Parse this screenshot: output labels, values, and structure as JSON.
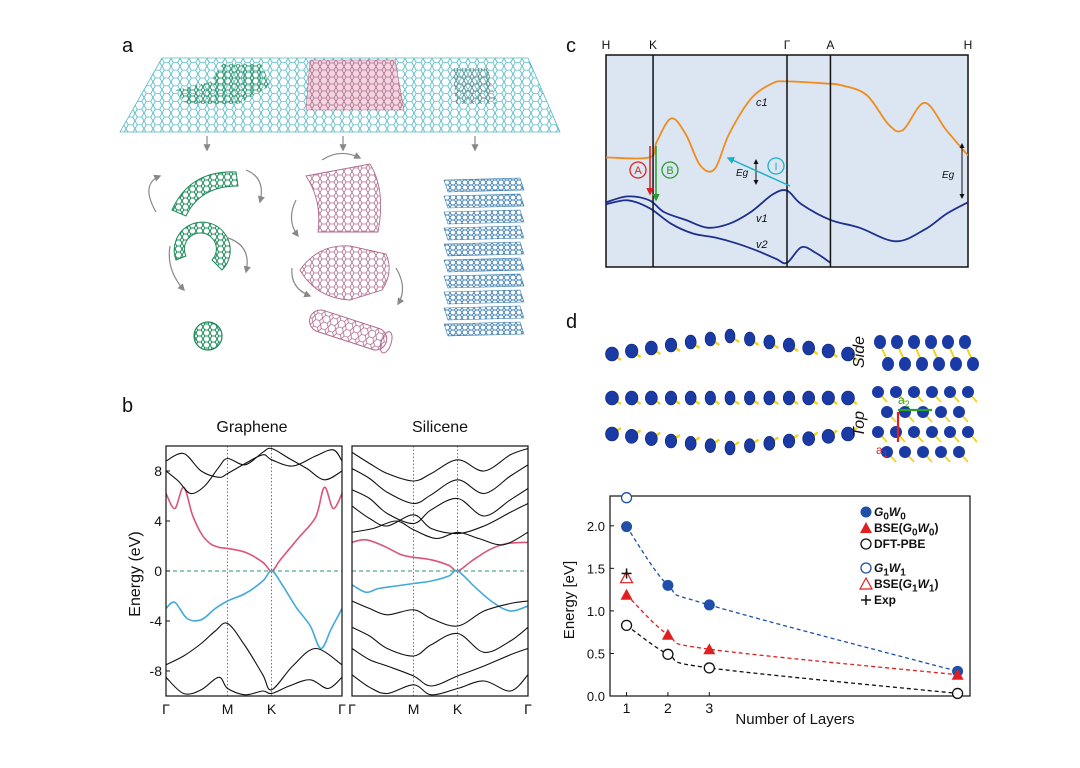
{
  "panels": {
    "a": {
      "letter": "a"
    },
    "b": {
      "letter": "b"
    },
    "c": {
      "letter": "c"
    },
    "d": {
      "letter": "d"
    }
  },
  "colors": {
    "graphene_cyan": "#52b9c4",
    "fullerene_green": "#1d8a5a",
    "nanotube_pink": "#b06a8e",
    "stack_blue": "#3d7fb0",
    "band_pink": "#d9557a",
    "band_blue": "#42a9dc",
    "fermi_green": "#2a9a66",
    "c_orange": "#f08c1e",
    "c_navy": "#1f2f8c",
    "c_panel_bg": "#dbe6f2",
    "d_blue": "#1f4fa8",
    "d_red": "#e02020",
    "atom_blue": "#1a3aa6",
    "bond_yellow": "#f2d21a"
  },
  "chart_data": [
    {
      "id": "b-graphene",
      "type": "line",
      "title": "Graphene",
      "ylabel": "Energy (eV)",
      "ylim": [
        -10,
        10
      ],
      "yticks": [
        8,
        4,
        0,
        -4,
        -8
      ],
      "x_labels": [
        "Γ",
        "M",
        "K",
        "Γ"
      ],
      "x_positions": [
        0,
        0.35,
        0.6,
        1
      ],
      "fermi_level": 0,
      "series": [
        {
          "role": "conduction",
          "color": "#d9557a",
          "x": [
            0,
            0.05,
            0.1,
            0.15,
            0.2,
            0.25,
            0.3,
            0.35,
            0.45,
            0.55,
            0.6,
            0.65,
            0.75,
            0.85,
            0.9,
            0.95,
            1
          ],
          "y": [
            6.2,
            5.0,
            6.7,
            4.5,
            3.0,
            2.2,
            1.9,
            1.8,
            1.5,
            0.7,
            0,
            0.9,
            2.6,
            4.3,
            6.7,
            5.0,
            6.2
          ]
        },
        {
          "role": "valence",
          "color": "#42a9dc",
          "x": [
            0,
            0.05,
            0.12,
            0.2,
            0.28,
            0.35,
            0.45,
            0.55,
            0.6,
            0.66,
            0.74,
            0.82,
            0.88,
            0.94,
            1
          ],
          "y": [
            -3.0,
            -2.5,
            -3.8,
            -3.9,
            -3.0,
            -2.4,
            -1.8,
            -0.8,
            0,
            -1.1,
            -2.9,
            -4.4,
            -6.2,
            -4.6,
            -3.0
          ]
        },
        {
          "role": "other",
          "x": [
            0,
            0.07,
            0.14,
            0.22,
            0.3,
            0.35,
            0.45,
            0.55,
            0.6,
            0.7,
            0.8,
            0.9,
            1
          ],
          "y": [
            8.0,
            7.2,
            6.2,
            6.8,
            8.3,
            9.0,
            8.5,
            9.5,
            9.8,
            9.0,
            8.2,
            7.3,
            8.0
          ]
        },
        {
          "role": "other",
          "x": [
            0,
            0.1,
            0.2,
            0.3,
            0.35,
            0.45,
            0.55,
            0.6,
            0.72,
            0.85,
            0.95,
            1
          ],
          "y": [
            8.8,
            9.4,
            8.0,
            7.5,
            7.8,
            8.6,
            9.3,
            8.9,
            8.4,
            9.2,
            9.7,
            8.8
          ]
        },
        {
          "role": "other",
          "x": [
            0,
            0.1,
            0.2,
            0.28,
            0.35,
            0.45,
            0.55,
            0.6,
            0.72,
            0.85,
            1
          ],
          "y": [
            -7.5,
            -6.8,
            -5.8,
            -4.8,
            -4.2,
            -6.0,
            -8.3,
            -9.5,
            -7.6,
            -6.2,
            -7.5
          ]
        },
        {
          "role": "other",
          "x": [
            0,
            0.1,
            0.2,
            0.3,
            0.35,
            0.45,
            0.55,
            0.6,
            0.7,
            0.82,
            0.92,
            1
          ],
          "y": [
            -8.5,
            -9.8,
            -9.5,
            -8.5,
            -9.4,
            -9.9,
            -9.6,
            -9.8,
            -9.2,
            -8.7,
            -9.4,
            -8.5
          ]
        }
      ]
    },
    {
      "id": "b-silicene",
      "type": "line",
      "title": "Silicene",
      "ylim": [
        -10,
        10
      ],
      "x_labels": [
        "Γ",
        "M",
        "K",
        "Γ"
      ],
      "x_positions": [
        0,
        0.35,
        0.6,
        1
      ],
      "fermi_level": 0,
      "series": [
        {
          "role": "conduction",
          "color": "#d9557a",
          "x": [
            0,
            0.08,
            0.18,
            0.28,
            0.35,
            0.45,
            0.55,
            0.6,
            0.68,
            0.78,
            0.88,
            1
          ],
          "y": [
            2.3,
            2.5,
            2.0,
            1.3,
            1.1,
            0.9,
            0.45,
            0,
            0.8,
            1.7,
            2.2,
            2.3
          ]
        },
        {
          "role": "valence",
          "color": "#42a9dc",
          "x": [
            0,
            0.08,
            0.15,
            0.25,
            0.35,
            0.45,
            0.55,
            0.6,
            0.7,
            0.8,
            0.9,
            1
          ],
          "y": [
            -1.1,
            -1.7,
            -1.4,
            -1.2,
            -1.0,
            -0.8,
            -0.4,
            0,
            -1.3,
            -2.5,
            -3.2,
            -2.8
          ]
        },
        {
          "role": "other",
          "x": [
            0,
            0.1,
            0.2,
            0.35,
            0.45,
            0.6,
            0.75,
            0.9,
            1
          ],
          "y": [
            9.5,
            8.6,
            7.8,
            7.2,
            7.8,
            8.9,
            8.0,
            9.3,
            9.8
          ]
        },
        {
          "role": "other",
          "x": [
            0,
            0.1,
            0.2,
            0.35,
            0.45,
            0.6,
            0.75,
            0.9,
            1
          ],
          "y": [
            8.2,
            7.4,
            6.3,
            5.4,
            6.1,
            7.3,
            6.2,
            7.6,
            8.5
          ]
        },
        {
          "role": "other",
          "x": [
            0,
            0.1,
            0.2,
            0.35,
            0.45,
            0.6,
            0.75,
            0.9,
            1
          ],
          "y": [
            6.5,
            5.8,
            4.6,
            3.8,
            4.9,
            5.8,
            4.4,
            5.7,
            6.6
          ]
        },
        {
          "role": "other",
          "x": [
            0,
            0.1,
            0.2,
            0.35,
            0.45,
            0.6,
            0.75,
            0.9,
            1
          ],
          "y": [
            5.2,
            4.2,
            3.6,
            4.5,
            3.4,
            3.0,
            3.6,
            4.7,
            5.4
          ]
        },
        {
          "role": "other",
          "x": [
            0,
            0.12,
            0.25,
            0.35,
            0.48,
            0.6,
            0.72,
            0.86,
            1
          ],
          "y": [
            3.1,
            3.4,
            4.0,
            3.3,
            2.6,
            3.1,
            2.6,
            2.1,
            3.1
          ]
        },
        {
          "role": "other",
          "x": [
            0,
            0.1,
            0.2,
            0.35,
            0.45,
            0.6,
            0.75,
            0.9,
            1
          ],
          "y": [
            -2.4,
            -3.0,
            -3.5,
            -3.1,
            -3.8,
            -4.4,
            -3.2,
            -2.6,
            -2.4
          ]
        },
        {
          "role": "other",
          "x": [
            0,
            0.1,
            0.2,
            0.35,
            0.45,
            0.6,
            0.75,
            0.9,
            1
          ],
          "y": [
            -4.5,
            -5.2,
            -6.2,
            -6.8,
            -5.9,
            -5.0,
            -6.5,
            -5.6,
            -4.5
          ]
        },
        {
          "role": "other",
          "x": [
            0,
            0.1,
            0.2,
            0.35,
            0.45,
            0.6,
            0.75,
            0.9,
            1
          ],
          "y": [
            -6.2,
            -7.1,
            -7.6,
            -8.4,
            -9.2,
            -8.4,
            -7.6,
            -6.7,
            -6.2
          ]
        },
        {
          "role": "other",
          "x": [
            0,
            0.1,
            0.2,
            0.35,
            0.45,
            0.6,
            0.75,
            0.9,
            1
          ],
          "y": [
            -8.3,
            -9.3,
            -9.8,
            -9.1,
            -9.9,
            -9.4,
            -8.8,
            -9.6,
            -8.3
          ]
        }
      ]
    },
    {
      "id": "c-band-structure",
      "type": "line",
      "x_labels": [
        "H",
        "K",
        "Γ",
        "A",
        "H"
      ],
      "x_positions": [
        0,
        0.13,
        0.5,
        0.62,
        1
      ],
      "ylim": [
        0,
        1
      ],
      "annotations": [
        "c1",
        "v1",
        "v2",
        "Eg",
        "Eg",
        "A",
        "B",
        "I"
      ],
      "series": [
        {
          "name": "c1",
          "color": "#f08c1e",
          "x": [
            0,
            0.12,
            0.14,
            0.18,
            0.22,
            0.26,
            0.3,
            0.34,
            0.4,
            0.46,
            0.5,
            0.6,
            0.65,
            0.72,
            0.78,
            0.82,
            0.88,
            0.94,
            1
          ],
          "y": [
            0.54,
            0.54,
            0.62,
            0.74,
            0.66,
            0.5,
            0.48,
            0.66,
            0.84,
            0.92,
            0.93,
            0.92,
            0.91,
            0.86,
            0.71,
            0.68,
            0.82,
            0.68,
            0.55
          ]
        },
        {
          "name": "v1",
          "color": "#1f2f8c",
          "x": [
            0,
            0.06,
            0.12,
            0.16,
            0.22,
            0.28,
            0.34,
            0.4,
            0.46,
            0.5,
            0.54,
            0.62,
            0.7,
            0.8,
            0.88,
            0.94,
            1
          ],
          "y": [
            0.31,
            0.34,
            0.32,
            0.26,
            0.22,
            0.18,
            0.2,
            0.26,
            0.35,
            0.37,
            0.3,
            0.22,
            0.18,
            0.11,
            0.17,
            0.25,
            0.31
          ]
        },
        {
          "name": "v2",
          "color": "#1f2f8c",
          "x": [
            0,
            0.06,
            0.12,
            0.18,
            0.24,
            0.3,
            0.36,
            0.42,
            0.47,
            0.5,
            0.54,
            0.58,
            0.62
          ],
          "y": [
            0.3,
            0.32,
            0.28,
            0.2,
            0.15,
            0.13,
            0.1,
            0.06,
            0.02,
            0.0,
            0.08,
            0.05,
            0.0
          ]
        }
      ]
    },
    {
      "id": "d-energy-vs-layers",
      "type": "scatter",
      "xlabel": "Number of Layers",
      "ylabel": "Energy [eV]",
      "xlim": [
        0.6,
        9.3
      ],
      "ylim": [
        0.0,
        2.35
      ],
      "xticks": [
        1,
        2,
        3
      ],
      "yticks": [
        0.0,
        0.5,
        1.0,
        1.5,
        2.0
      ],
      "legend_position": "top-right",
      "series": [
        {
          "name": "G0W0",
          "label_html": "<i>G</i><sub>0</sub><i>W</i><sub>0</sub>",
          "marker": "filled-circle",
          "color": "#1f4fa8",
          "line": "dashed",
          "x": [
            1,
            2,
            3,
            9
          ],
          "y": [
            1.99,
            1.3,
            1.07,
            0.29
          ]
        },
        {
          "name": "BSE(G0W0)",
          "label_html": "BSE(<i>G</i><sub>0</sub><i>W</i><sub>0</sub>)",
          "marker": "filled-triangle",
          "color": "#e02020",
          "line": "dashed",
          "x": [
            1,
            2,
            3,
            9
          ],
          "y": [
            1.19,
            0.72,
            0.55,
            0.25
          ]
        },
        {
          "name": "DFT-PBE",
          "label_html": "DFT-PBE",
          "marker": "open-circle",
          "color": "#111111",
          "line": "dashed",
          "x": [
            1,
            2,
            3,
            9
          ],
          "y": [
            0.83,
            0.49,
            0.33,
            0.03
          ]
        },
        {
          "name": "G1W1",
          "label_html": "<i>G</i><sub>1</sub><i>W</i><sub>1</sub>",
          "marker": "open-circle",
          "color": "#1f4fa8",
          "line": "none",
          "x": [
            1
          ],
          "y": [
            2.33
          ]
        },
        {
          "name": "BSE(G1W1)",
          "label_html": "BSE(<i>G</i><sub>1</sub><i>W</i><sub>1</sub>)",
          "marker": "open-triangle",
          "color": "#e02020",
          "line": "none",
          "x": [
            1
          ],
          "y": [
            1.39
          ]
        },
        {
          "name": "Exp",
          "label_html": "Exp",
          "marker": "plus",
          "color": "#111111",
          "line": "none",
          "x": [
            1
          ],
          "y": [
            1.44
          ]
        }
      ]
    }
  ],
  "structure_labels": {
    "side": "Side",
    "top": "Top",
    "a1": "a",
    "a1_sub": "1",
    "a2": "a",
    "a2_sub": "2"
  }
}
